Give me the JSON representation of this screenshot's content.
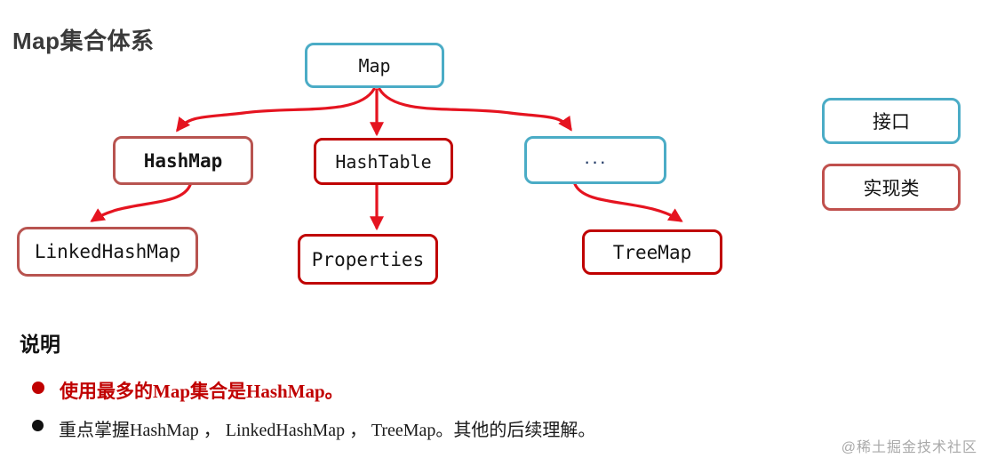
{
  "page": {
    "title": "Map集合体系",
    "watermark": "@稀土掘金技术社区"
  },
  "colors": {
    "interface_border": "#4bacc6",
    "implementation_border": "#c00000",
    "implementation_muted_border": "#b85450",
    "legend_implementation_border": "#c0504d",
    "arrow": "#e51420",
    "red_text": "#c00000"
  },
  "diagram": {
    "nodes": {
      "map": "Map",
      "hashmap": "HashMap",
      "hashtable": "HashTable",
      "dots": "...",
      "linkedhashmap": "LinkedHashMap",
      "properties": "Properties",
      "treemap": "TreeMap"
    },
    "edges": [
      {
        "from": "Map",
        "to": "HashMap"
      },
      {
        "from": "Map",
        "to": "HashTable"
      },
      {
        "from": "Map",
        "to": "..."
      },
      {
        "from": "HashMap",
        "to": "LinkedHashMap"
      },
      {
        "from": "HashTable",
        "to": "Properties"
      },
      {
        "from": "...",
        "to": "TreeMap"
      }
    ]
  },
  "legend": {
    "interface": "接口",
    "implementation": "实现类"
  },
  "notes": {
    "heading": "说明",
    "bullets": [
      {
        "text": "使用最多的Map集合是HashMap。",
        "emphasis": "red"
      },
      {
        "text": "重点掌握HashMap ， LinkedHashMap ， TreeMap。其他的后续理解。",
        "emphasis": "black"
      }
    ]
  }
}
